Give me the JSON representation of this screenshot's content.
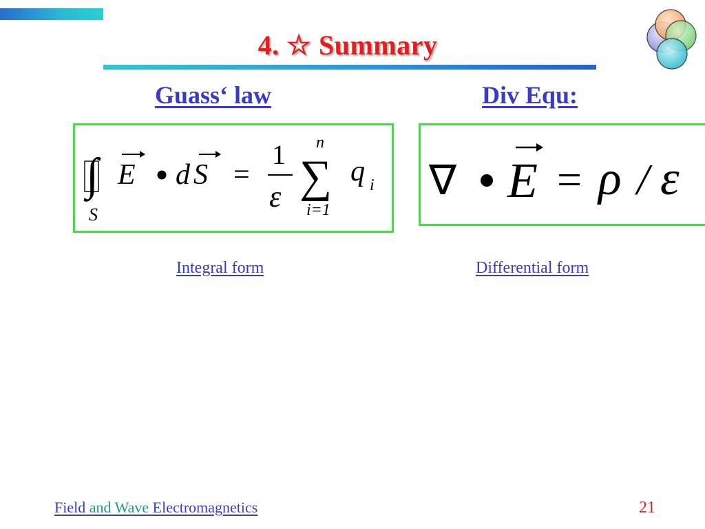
{
  "slide": {
    "title": "4. ☆ Summary",
    "gauss_heading": "Guass‘ law",
    "div_heading": "Div Equ:",
    "integral_caption": "Integral form",
    "differential_caption": "Differential form",
    "footer_part1": "Field",
    "footer_part2": " and Wave ",
    "footer_part3": "Electromagnetics",
    "page_number": "21"
  },
  "equations": {
    "gauss": {
      "field": "E",
      "dot": "•",
      "d": "d",
      "surface": "S",
      "equals": "=",
      "numerator": "1",
      "epsilon": "ε",
      "sigma": "∑",
      "upper_limit": "n",
      "lower_limit": "i=1",
      "q": "q",
      "q_sub": "i",
      "integral_sub": "S"
    },
    "div": {
      "nabla": "∇",
      "dot": "•",
      "field": "E",
      "equals": "=",
      "rho": "ρ",
      "slash": "/",
      "epsilon": "ε"
    }
  },
  "colors": {
    "title": "#e21f1f",
    "heading": "#3a3ac8",
    "box_border": "#3ee23e",
    "footer_highlight": "#1e9c87"
  }
}
